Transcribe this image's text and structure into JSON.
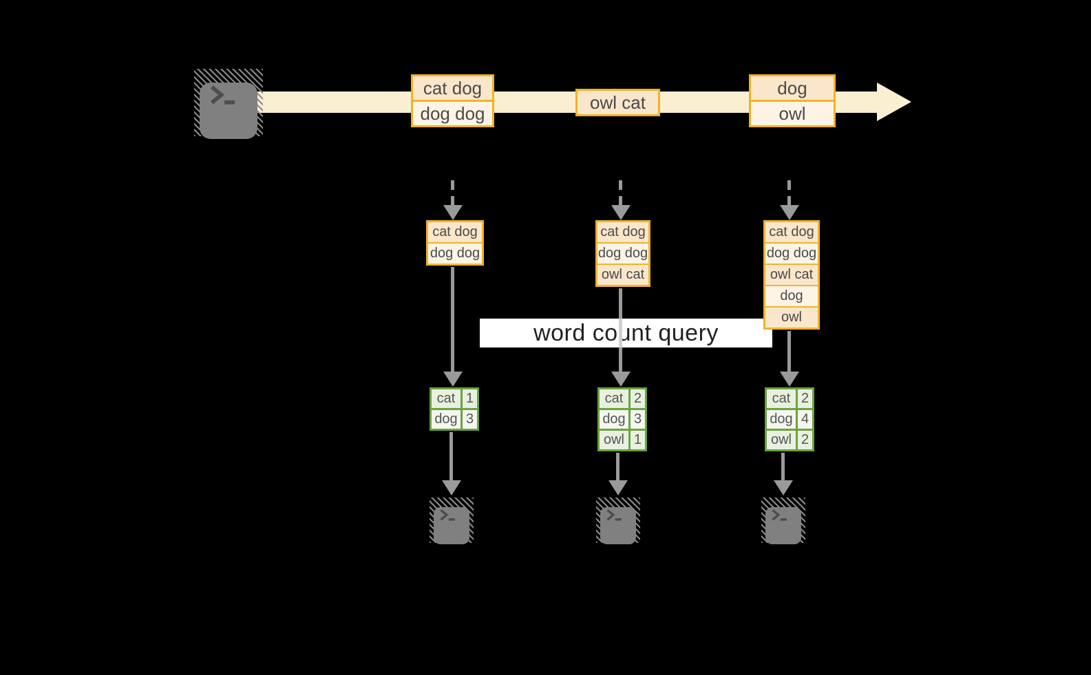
{
  "banner": {
    "label": "word count query"
  },
  "stream": {
    "events": [
      {
        "rows": [
          "cat dog",
          "dog dog"
        ]
      },
      {
        "rows": [
          "owl cat"
        ]
      },
      {
        "rows": [
          "dog",
          "owl"
        ]
      }
    ]
  },
  "columns": [
    {
      "accumulated": [
        "cat dog",
        "dog dog"
      ],
      "counts": [
        {
          "word": "cat",
          "count": "1"
        },
        {
          "word": "dog",
          "count": "3"
        }
      ]
    },
    {
      "accumulated": [
        "cat dog",
        "dog dog",
        "owl cat"
      ],
      "counts": [
        {
          "word": "cat",
          "count": "2"
        },
        {
          "word": "dog",
          "count": "3"
        },
        {
          "word": "owl",
          "count": "1"
        }
      ]
    },
    {
      "accumulated": [
        "cat dog",
        "dog dog",
        "owl cat",
        "dog",
        "owl"
      ],
      "counts": [
        {
          "word": "cat",
          "count": "2"
        },
        {
          "word": "dog",
          "count": "4"
        },
        {
          "word": "owl",
          "count": "2"
        }
      ]
    }
  ],
  "icons": {
    "source": "terminal-icon",
    "sinks": [
      "terminal-icon",
      "terminal-icon",
      "terminal-icon"
    ]
  },
  "colors": {
    "background": "#000000",
    "stream_band": "#faefd1",
    "record_border": "#f0b327",
    "record_row_dark": "#fae6cb",
    "record_row_light": "#fdf4e6",
    "table_border": "#6ba33f",
    "table_cell_dark": "#e8f0de",
    "table_cell_light": "#f3f7ee",
    "arrow": "#9a9a9a",
    "terminal_fill": "#808080",
    "banner_bg": "#ffffff",
    "banner_text": "#222222"
  }
}
